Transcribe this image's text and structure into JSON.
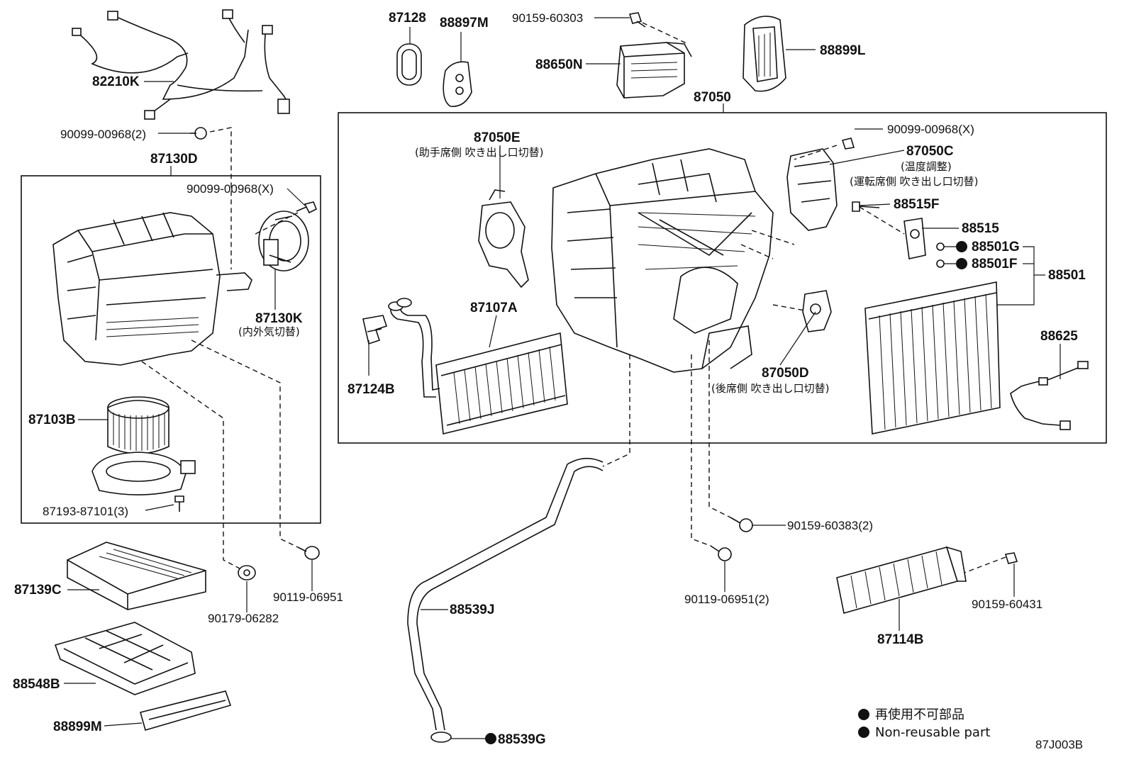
{
  "labels": {
    "p82210K": "82210K",
    "p90099_00968_2": "90099-00968(2)",
    "p87130D": "87130D",
    "p90099_00968_X_left": "90099-00968(X)",
    "p87130K": "87130K",
    "p87130K_sub": "(内外気切替)",
    "p87103B": "87103B",
    "p87193_87101_3": "87193-87101(3)",
    "p87139C": "87139C",
    "p88548B": "88548B",
    "p88899M": "88899M",
    "p90179_06282": "90179-06282",
    "p90119_06951": "90119-06951",
    "p87128": "87128",
    "p88897M": "88897M",
    "p90159_60303": "90159-60303",
    "p88650N": "88650N",
    "p88899L": "88899L",
    "p87050": "87050",
    "p87050E": "87050E",
    "p87050E_sub": "(助手席側 吹き出し口切替)",
    "p87107A": "87107A",
    "p87124B": "87124B",
    "p90099_00968_X_right": "90099-00968(X)",
    "p87050C": "87050C",
    "p87050C_sub1": "(温度調整)",
    "p87050C_sub2": "(運転席側 吹き出し口切替)",
    "p88515F": "88515F",
    "p88515": "88515",
    "p88501G": "88501G",
    "p88501F": "88501F",
    "p88501": "88501",
    "p88625": "88625",
    "p87050D": "87050D",
    "p87050D_sub": "(後席側 吹き出し口切替)",
    "p90159_60383_2": "90159-60383(2)",
    "p90119_06951_2": "90119-06951(2)",
    "p90159_60431": "90159-60431",
    "p87114B": "87114B",
    "p88539J": "88539J",
    "p88539G": "88539G"
  },
  "legend": {
    "line_jp": "再使用不可部品",
    "line_en": "Non-reusable part"
  },
  "diagram_code": "87J003B",
  "colors": {
    "ink": "#111111",
    "background": "#ffffff"
  }
}
